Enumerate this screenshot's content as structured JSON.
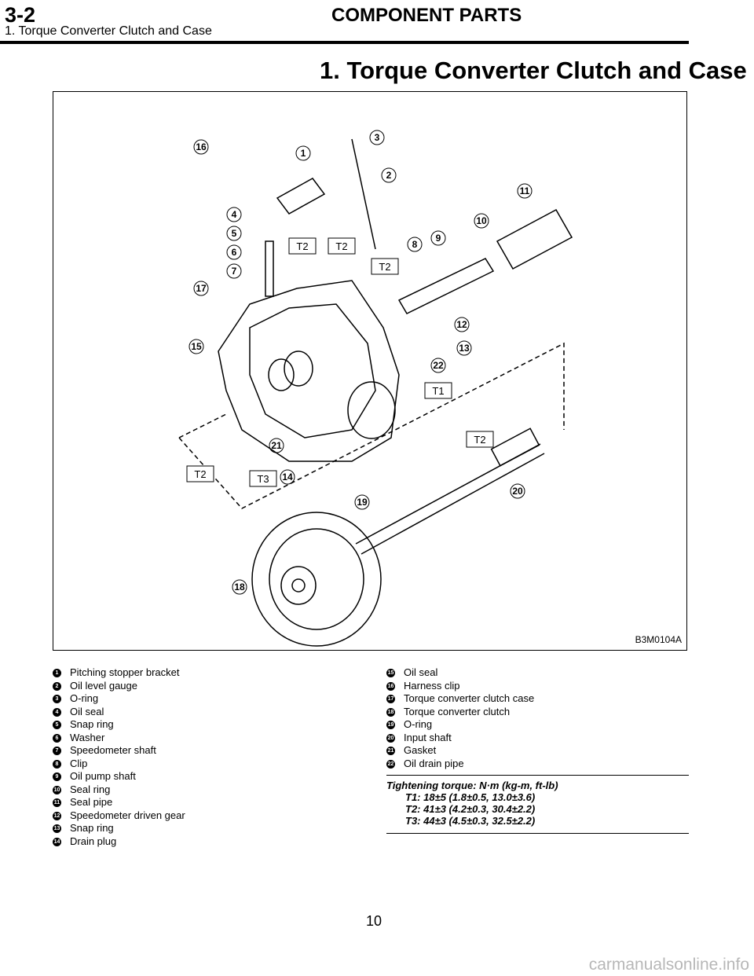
{
  "header": {
    "section_code": "3-2",
    "section_title": "COMPONENT PARTS",
    "subtitle": "1. Torque Converter Clutch and Case"
  },
  "page_title": "1. Torque Converter Clutch and Case",
  "figure": {
    "id": "B3M0104A",
    "callouts": [
      "1",
      "2",
      "3",
      "4",
      "5",
      "6",
      "7",
      "8",
      "9",
      "10",
      "11",
      "12",
      "13",
      "14",
      "15",
      "16",
      "17",
      "18",
      "19",
      "20",
      "21",
      "22"
    ],
    "torque_tags": [
      "T2",
      "T2",
      "T2",
      "T1",
      "T2",
      "T2",
      "T3"
    ]
  },
  "parts_left": [
    {
      "n": "1",
      "label": "Pitching stopper bracket"
    },
    {
      "n": "2",
      "label": "Oil level gauge"
    },
    {
      "n": "3",
      "label": "O-ring"
    },
    {
      "n": "4",
      "label": "Oil seal"
    },
    {
      "n": "5",
      "label": "Snap ring"
    },
    {
      "n": "6",
      "label": "Washer"
    },
    {
      "n": "7",
      "label": "Speedometer shaft"
    },
    {
      "n": "8",
      "label": "Clip"
    },
    {
      "n": "9",
      "label": "Oil pump shaft"
    },
    {
      "n": "10",
      "label": "Seal ring"
    },
    {
      "n": "11",
      "label": "Seal pipe"
    },
    {
      "n": "12",
      "label": "Speedometer driven gear"
    },
    {
      "n": "13",
      "label": "Snap ring"
    },
    {
      "n": "14",
      "label": "Drain plug"
    }
  ],
  "parts_right": [
    {
      "n": "15",
      "label": "Oil seal"
    },
    {
      "n": "16",
      "label": "Harness clip"
    },
    {
      "n": "17",
      "label": "Torque converter clutch case"
    },
    {
      "n": "18",
      "label": "Torque converter clutch"
    },
    {
      "n": "19",
      "label": "O-ring"
    },
    {
      "n": "20",
      "label": "Input shaft"
    },
    {
      "n": "21",
      "label": "Gasket"
    },
    {
      "n": "22",
      "label": "Oil drain pipe"
    }
  ],
  "torque": {
    "heading": "Tightening torque: N·m (kg-m, ft-lb)",
    "t1": "T1: 18±5 (1.8±0.5, 13.0±3.6)",
    "t2": "T2: 41±3 (4.2±0.3, 30.4±2.2)",
    "t3": "T3: 44±3 (4.5±0.3, 32.5±2.2)"
  },
  "page_number": "10",
  "watermark": "carmanualsonline.info"
}
